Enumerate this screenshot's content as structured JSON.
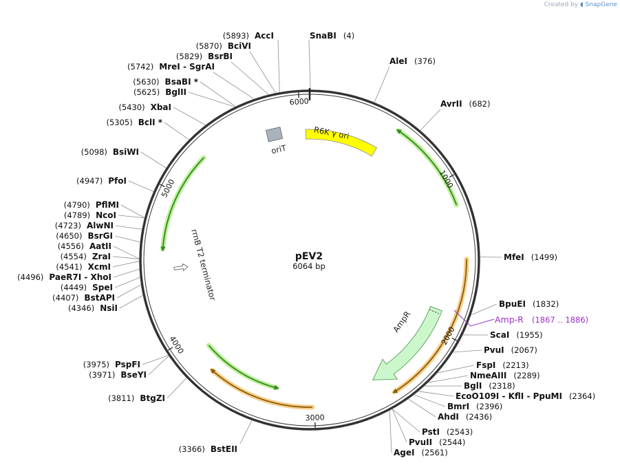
{
  "branding": {
    "created_by": "Created by",
    "product": "SnapGene"
  },
  "plasmid": {
    "name": "pEV2",
    "length_label": "6064 bp",
    "length_bp": 6064
  },
  "ticks": [
    {
      "bp": 1000,
      "label": "1000"
    },
    {
      "bp": 2000,
      "label": "2000"
    },
    {
      "bp": 3000,
      "label": "3000"
    },
    {
      "bp": 4000,
      "label": "4000"
    },
    {
      "bp": 5000,
      "label": "5000"
    },
    {
      "bp": 6000,
      "label": "6000"
    }
  ],
  "features": [
    {
      "name": "R6K γ ori",
      "kind": "ori"
    },
    {
      "name": "oriT",
      "kind": "box"
    },
    {
      "name": "AmpR",
      "kind": "cds"
    },
    {
      "name": "rrnB T2 terminator",
      "kind": "terminator"
    }
  ],
  "primer": {
    "name": "Amp-R",
    "range": "(1867 .. 1886)",
    "color": "#9b30c8"
  },
  "enzymes": [
    {
      "name": "SnaBI",
      "pos": "(4)",
      "bp": 4
    },
    {
      "name": "AleI",
      "pos": "(376)",
      "bp": 376
    },
    {
      "name": "AvrII",
      "pos": "(682)",
      "bp": 682
    },
    {
      "name": "MfeI",
      "pos": "(1499)",
      "bp": 1499
    },
    {
      "name": "BpuEI",
      "pos": "(1832)",
      "bp": 1832
    },
    {
      "name": "ScaI",
      "pos": "(1955)",
      "bp": 1955
    },
    {
      "name": "PvuI",
      "pos": "(2067)",
      "bp": 2067
    },
    {
      "name": "FspI",
      "pos": "(2213)",
      "bp": 2213
    },
    {
      "name": "NmeAIII",
      "pos": "(2289)",
      "bp": 2289
    },
    {
      "name": "BglI",
      "pos": "(2318)",
      "bp": 2318
    },
    {
      "name": "EcoO109I - KflI - PpuMI",
      "pos": "(2364)",
      "bp": 2364
    },
    {
      "name": "BmrI",
      "pos": "(2396)",
      "bp": 2396
    },
    {
      "name": "AhdI",
      "pos": "(2436)",
      "bp": 2436
    },
    {
      "name": "PstI",
      "pos": "(2543)",
      "bp": 2543
    },
    {
      "name": "PvuII",
      "pos": "(2544)",
      "bp": 2544
    },
    {
      "name": "AgeI",
      "pos": "(2561)",
      "bp": 2561
    },
    {
      "name": "BstEII",
      "pos": "(3366)",
      "bp": 3366
    },
    {
      "name": "BtgZI",
      "pos": "(3811)",
      "bp": 3811
    },
    {
      "name": "BseYI",
      "pos": "(3971)",
      "bp": 3971
    },
    {
      "name": "PspFI",
      "pos": "(3975)",
      "bp": 3975
    },
    {
      "name": "NsiI",
      "pos": "(4346)",
      "bp": 4346
    },
    {
      "name": "BstAPI",
      "pos": "(4407)",
      "bp": 4407
    },
    {
      "name": "SpeI",
      "pos": "(4449)",
      "bp": 4449
    },
    {
      "name": "PaeR7I - XhoI",
      "pos": "(4496)",
      "bp": 4496
    },
    {
      "name": "XcmI",
      "pos": "(4541)",
      "bp": 4541
    },
    {
      "name": "ZraI",
      "pos": "(4554)",
      "bp": 4554
    },
    {
      "name": "AatII",
      "pos": "(4556)",
      "bp": 4556
    },
    {
      "name": "BsrGI",
      "pos": "(4650)",
      "bp": 4650
    },
    {
      "name": "AlwNI",
      "pos": "(4723)",
      "bp": 4723
    },
    {
      "name": "NcoI",
      "pos": "(4789)",
      "bp": 4789
    },
    {
      "name": "PflMI",
      "pos": "(4790)",
      "bp": 4790
    },
    {
      "name": "PfoI",
      "pos": "(4947)",
      "bp": 4947
    },
    {
      "name": "BsiWI",
      "pos": "(5098)",
      "bp": 5098
    },
    {
      "name": "BclI *",
      "pos": "(5305)",
      "bp": 5305
    },
    {
      "name": "XbaI",
      "pos": "(5430)",
      "bp": 5430
    },
    {
      "name": "BglII",
      "pos": "(5625)",
      "bp": 5625
    },
    {
      "name": "BsaBI *",
      "pos": "(5630)",
      "bp": 5630
    },
    {
      "name": "MreI - SgrAI",
      "pos": "(5742)",
      "bp": 5742
    },
    {
      "name": "BsrBI",
      "pos": "(5829)",
      "bp": 5829
    },
    {
      "name": "BciVI",
      "pos": "(5870)",
      "bp": 5870
    },
    {
      "name": "AccI",
      "pos": "(5893)",
      "bp": 5893
    }
  ],
  "colors": {
    "backbone": "#333333",
    "cds_fill": "#ccf7cc",
    "cds_stroke": "#5fa85f",
    "ori_fill": "#ffff00",
    "box_fill": "#a9b3bd",
    "orf_arrow": "#2d8a1f",
    "orf_glow_green": "#bfee99",
    "orf_glow_orange": "#f6cf8a",
    "orf_dark_orange": "#8a5a0a",
    "primer": "#9b30c8"
  }
}
